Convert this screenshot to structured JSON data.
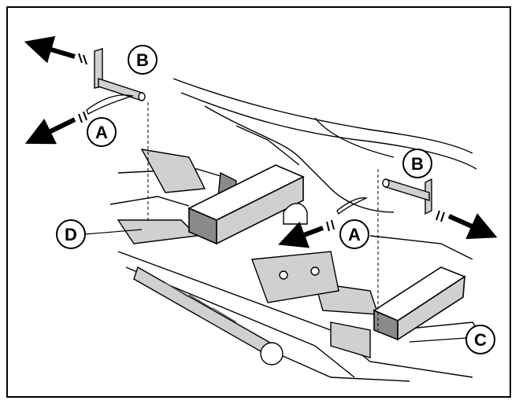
{
  "callouts": {
    "b_top": "B",
    "a_top": "A",
    "b_right": "B",
    "a_mid": "A",
    "d_left": "D",
    "c_right": "C"
  },
  "colors": {
    "line": "#000000",
    "fill_light": "#ffffff",
    "shade": "#d0d0d0",
    "shade_dark": "#8a8a8a"
  },
  "icons": [
    "arrow-outward-icon",
    "clevis-pin-icon",
    "hair-pin-clip-icon"
  ]
}
